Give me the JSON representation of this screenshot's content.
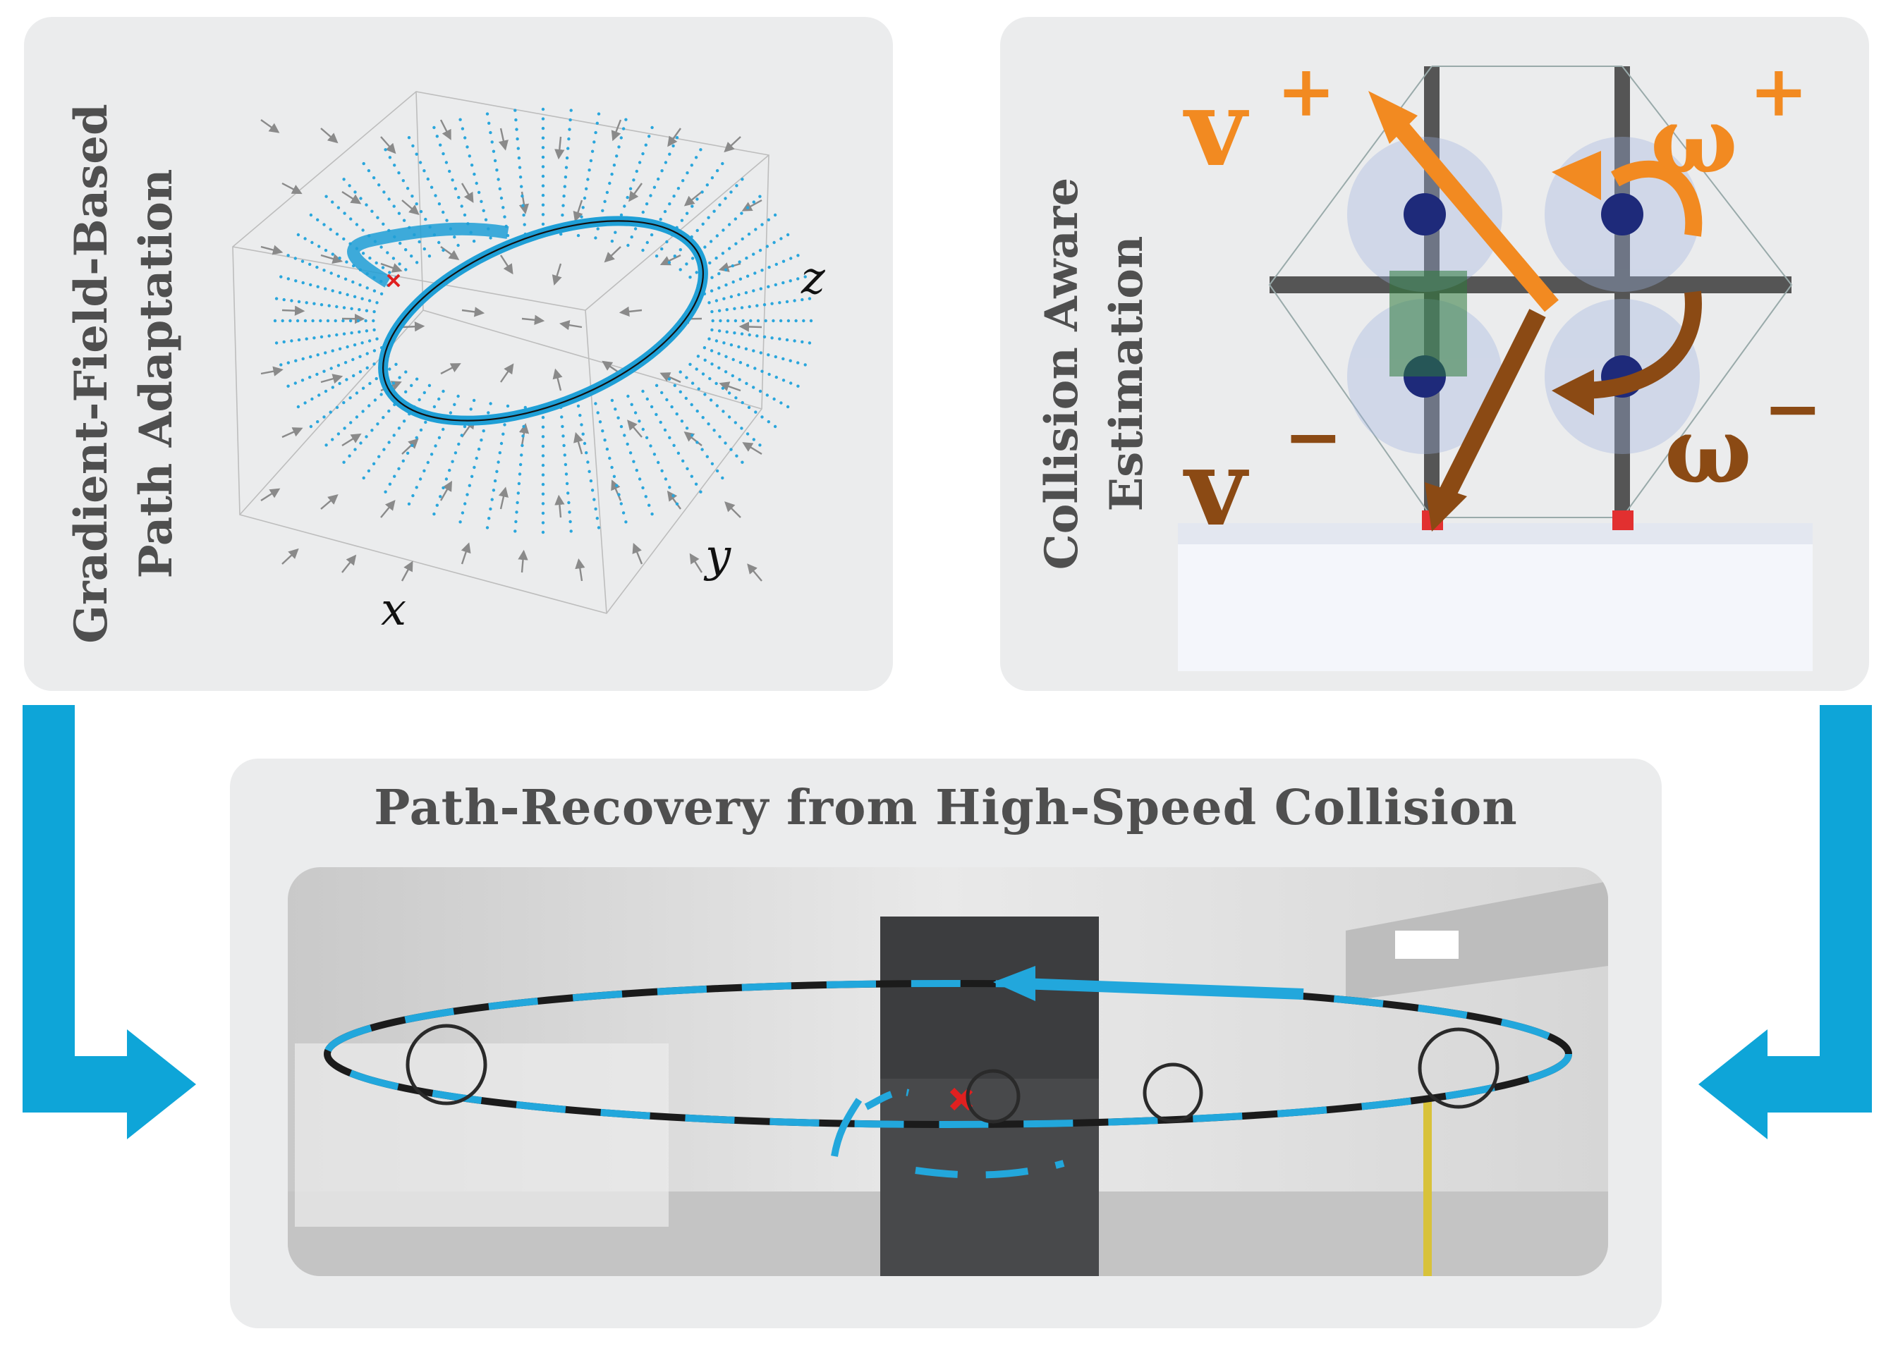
{
  "panels": {
    "left_title_line1": "Gradient-Field-Based",
    "left_title_line2": "Path Adaptation",
    "right_title_line1": "Collision Aware",
    "right_title_line2": "Estimation",
    "bottom_title": "Path-Recovery from High-Speed Collision"
  },
  "axes": {
    "x": "x",
    "y": "y",
    "z": "z"
  },
  "symbols": {
    "v_plus": "v",
    "v_minus": "v",
    "omega_plus": "ω",
    "omega_minus": "ω",
    "plus_sign": "+",
    "minus_sign": "−"
  },
  "colors": {
    "panel_bg": "#ebeced",
    "flow_arrow": "#0ea5d8",
    "path_blue": "#22a7dc",
    "v_plus": "#f28a21",
    "omega_plus": "#f28a21",
    "v_minus": "#8b4a14",
    "omega_minus": "#8b4a14",
    "collision_mark": "#e02020"
  }
}
